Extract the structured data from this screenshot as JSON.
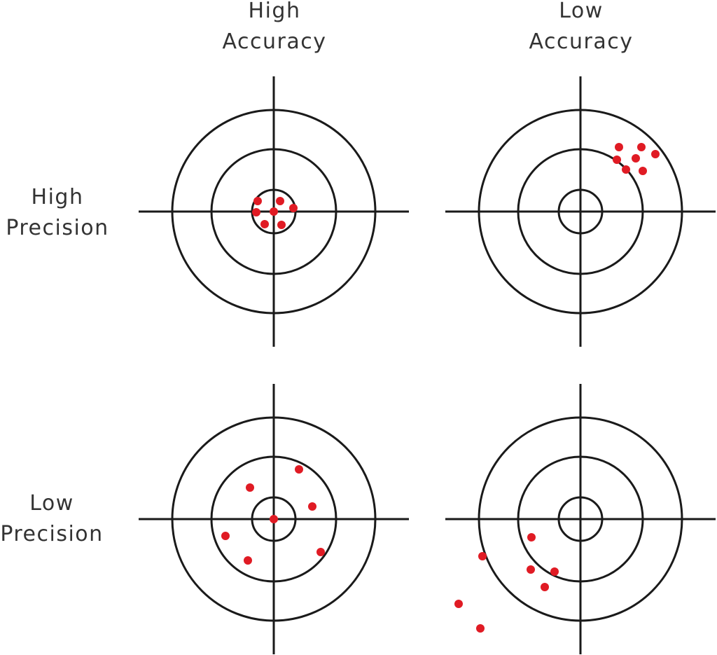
{
  "labels": {
    "columns": [
      {
        "line1": "High",
        "line2": "Accuracy"
      },
      {
        "line1": "Low",
        "line2": "Accuracy"
      }
    ],
    "rows": [
      {
        "line1": "High",
        "line2": "Precision"
      },
      {
        "line1": "Low",
        "line2": "Precision"
      }
    ]
  },
  "colors": {
    "target": "#1a1a1a",
    "hit": "#e01b24",
    "text": "#333333"
  },
  "targets": [
    {
      "id": "high-accuracy-high-precision",
      "hits": [
        [
          -23,
          -15
        ],
        [
          9,
          -15
        ],
        [
          -25,
          1
        ],
        [
          0,
          0
        ],
        [
          28,
          -5
        ],
        [
          -13,
          18
        ],
        [
          11,
          19
        ]
      ]
    },
    {
      "id": "low-accuracy-high-precision",
      "hits": [
        [
          55,
          -92
        ],
        [
          87,
          -92
        ],
        [
          107,
          -82
        ],
        [
          52,
          -74
        ],
        [
          79,
          -76
        ],
        [
          65,
          -60
        ],
        [
          89,
          -58
        ]
      ]
    },
    {
      "id": "high-accuracy-low-precision",
      "hits": [
        [
          36,
          -71
        ],
        [
          -34,
          -45
        ],
        [
          55,
          -18
        ],
        [
          0,
          0
        ],
        [
          -69,
          24
        ],
        [
          -37,
          59
        ],
        [
          67,
          47
        ]
      ]
    },
    {
      "id": "low-accuracy-low-precision",
      "hits": [
        [
          -70,
          26
        ],
        [
          -140,
          53
        ],
        [
          -51,
          97
        ],
        [
          -174,
          121
        ],
        [
          -143,
          156
        ],
        [
          -37,
          75
        ],
        [
          -71,
          72
        ]
      ]
    }
  ]
}
